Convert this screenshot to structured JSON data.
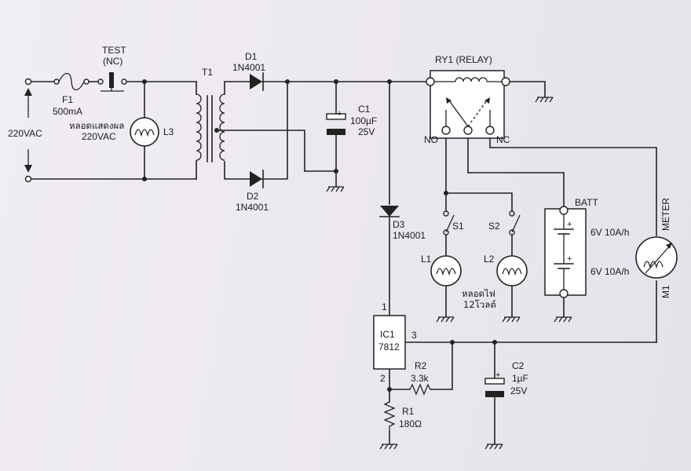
{
  "labels": {
    "test": "TEST",
    "test_nc": "(NC)",
    "f1": "F1",
    "f1_val": "500mA",
    "input_voltage": "220VAC",
    "l3_caption_1": "หลอดแสดงผล",
    "l3_caption_2": "220VAC",
    "l3": "L3",
    "t1": "T1",
    "d1": "D1",
    "d1_part": "1N4001",
    "d2": "D2",
    "d2_part": "1N4001",
    "c1": "C1",
    "c1_cap": "100µF",
    "c1_volt": "25V",
    "relay": "RY1 (RELAY)",
    "no": "NO",
    "nc": "NC",
    "d3": "D3",
    "d3_part": "1N4001",
    "s1": "S1",
    "s2": "S2",
    "l1": "L1",
    "l2": "L2",
    "lamp_caption_1": "หลอดไฟ",
    "lamp_caption_2": "12โวลต์",
    "batt": "BATT",
    "batt_1": "6V 10A/h",
    "batt_2": "6V 10A/h",
    "meter": "METER",
    "m1": "M1",
    "ic1": "IC1",
    "ic1_part": "7812",
    "ic_pin1": "1",
    "ic_pin2": "2",
    "ic_pin3": "3",
    "r2": "R2",
    "r2_val": "3.3k",
    "r1": "R1",
    "r1_val": "180Ω",
    "c2": "C2",
    "c2_cap": "1µF",
    "c2_volt": "25V",
    "plus": "+"
  }
}
